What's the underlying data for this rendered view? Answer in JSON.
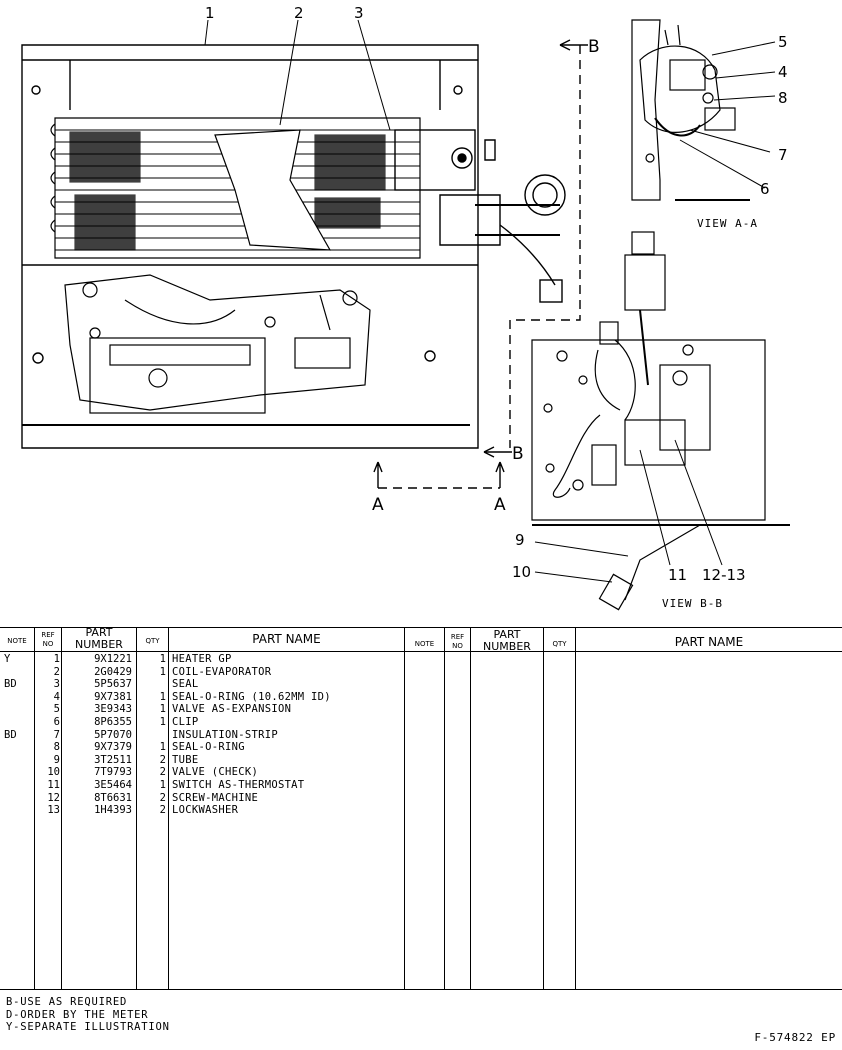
{
  "callouts": [
    "1",
    "2",
    "3",
    "4",
    "5",
    "6",
    "7",
    "8",
    "9",
    "10",
    "11",
    "12-13"
  ],
  "view_labels": {
    "view_aa": "VIEW A-A",
    "view_bb": "VIEW B-B"
  },
  "section_marks": {
    "a": "A",
    "b": "B"
  },
  "table": {
    "headers": {
      "note": "NOTE",
      "ref_no_1": "REF",
      "ref_no_2": "NO",
      "part_1": "PART",
      "part_2": "NUMBER",
      "qty": "QTY",
      "name": "PART NAME"
    },
    "rows": [
      {
        "note": "Y",
        "ref": "1",
        "part": "9X1221",
        "qty": "1",
        "name": "HEATER GP"
      },
      {
        "note": "",
        "ref": "2",
        "part": "2G0429",
        "qty": "1",
        "name": "COIL-EVAPORATOR"
      },
      {
        "note": "BD",
        "ref": "3",
        "part": "5P5637",
        "qty": "",
        "name": "SEAL"
      },
      {
        "note": "",
        "ref": "4",
        "part": "9X7381",
        "qty": "1",
        "name": "SEAL-O-RING (10.62MM ID)"
      },
      {
        "note": "",
        "ref": "5",
        "part": "3E9343",
        "qty": "1",
        "name": "VALVE AS-EXPANSION"
      },
      {
        "note": "",
        "ref": "6",
        "part": "8P6355",
        "qty": "1",
        "name": "CLIP"
      },
      {
        "note": "BD",
        "ref": "7",
        "part": "5P7070",
        "qty": "",
        "name": "INSULATION-STRIP"
      },
      {
        "note": "",
        "ref": "8",
        "part": "9X7379",
        "qty": "1",
        "name": "SEAL-O-RING"
      },
      {
        "note": "",
        "ref": "9",
        "part": "3T2511",
        "qty": "2",
        "name": "TUBE"
      },
      {
        "note": "",
        "ref": "10",
        "part": "7T9793",
        "qty": "2",
        "name": "VALVE (CHECK)"
      },
      {
        "note": "",
        "ref": "11",
        "part": "3E5464",
        "qty": "1",
        "name": "SWITCH AS-THERMOSTAT"
      },
      {
        "note": "",
        "ref": "12",
        "part": "8T6631",
        "qty": "2",
        "name": "SCREW-MACHINE"
      },
      {
        "note": "",
        "ref": "13",
        "part": "1H4393",
        "qty": "2",
        "name": "LOCKWASHER"
      }
    ]
  },
  "legend": [
    "B-USE AS REQUIRED",
    "D-ORDER BY THE METER",
    "Y-SEPARATE ILLUSTRATION"
  ],
  "document_id": "F-574822 EP"
}
